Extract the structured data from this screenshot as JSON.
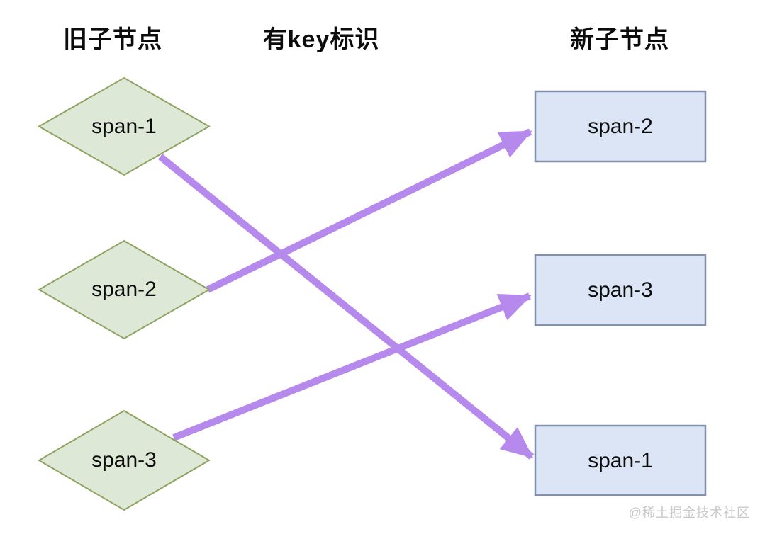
{
  "headers": {
    "old": "旧子节点",
    "key": "有key标识",
    "new": "新子节点"
  },
  "old_nodes": [
    {
      "label": "span-1",
      "shape": "diamond"
    },
    {
      "label": "span-2",
      "shape": "diamond"
    },
    {
      "label": "span-3",
      "shape": "diamond"
    }
  ],
  "new_nodes": [
    {
      "label": "span-2",
      "shape": "rectangle"
    },
    {
      "label": "span-3",
      "shape": "rectangle"
    },
    {
      "label": "span-1",
      "shape": "rectangle"
    }
  ],
  "arrows": [
    {
      "from": "old span-1",
      "to": "new span-1"
    },
    {
      "from": "old span-2",
      "to": "new span-2"
    },
    {
      "from": "old span-3",
      "to": "new span-3"
    }
  ],
  "watermark": {
    "text": "@稀土掘金技术社区"
  },
  "colors": {
    "diamond_fill": "#dee8d6",
    "diamond_border": "#8fa361",
    "rect_fill": "#dbe5f6",
    "rect_border": "#8290ae",
    "arrow": "#b58aec",
    "text": "#0c0c0c",
    "watermark": "#c8c8c8"
  }
}
